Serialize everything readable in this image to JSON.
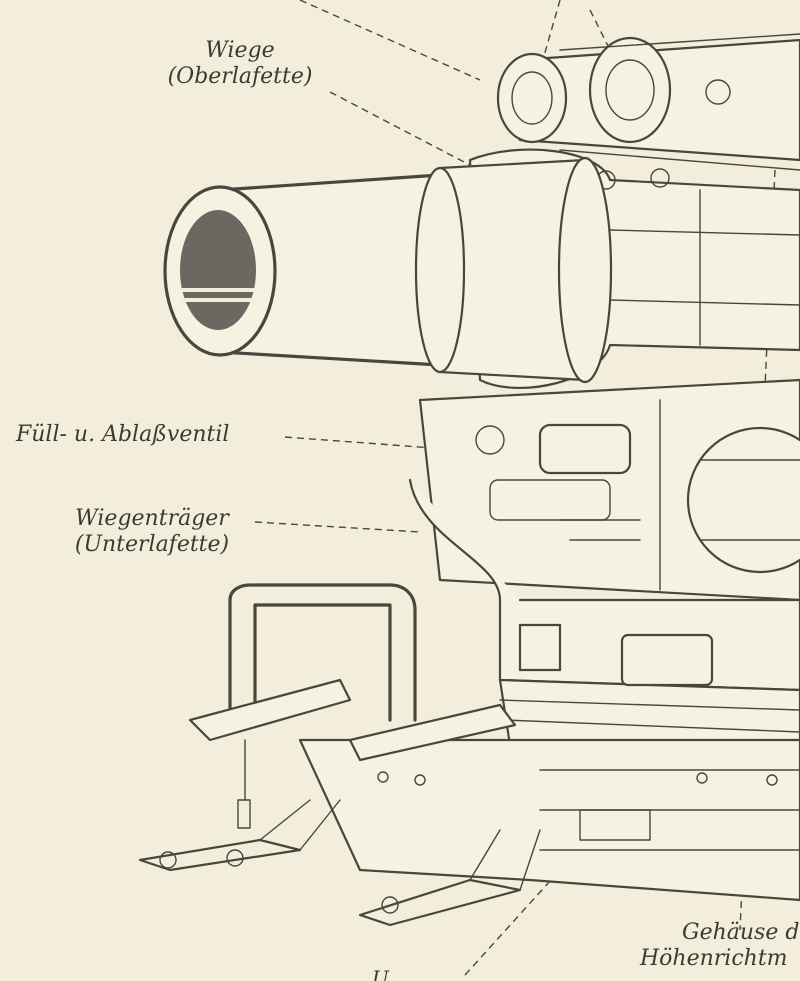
{
  "labels": {
    "wiege": {
      "line1": "Wiege",
      "line2": "(Oberlafette)"
    },
    "fuell": {
      "line1": "Füll- u. Ablaßventil"
    },
    "wiegentraeger": {
      "line1": "Wiegenträger",
      "line2": "(Unterlafette)"
    },
    "gehaeuse": {
      "line1": "Gehäuse d",
      "line2": "Höhenrichtm"
    },
    "bottom_cut": {
      "line1": "U"
    }
  },
  "colors": {
    "paper": "#f3eedb",
    "ink": "#4a463e",
    "bore": "#6b6862"
  }
}
